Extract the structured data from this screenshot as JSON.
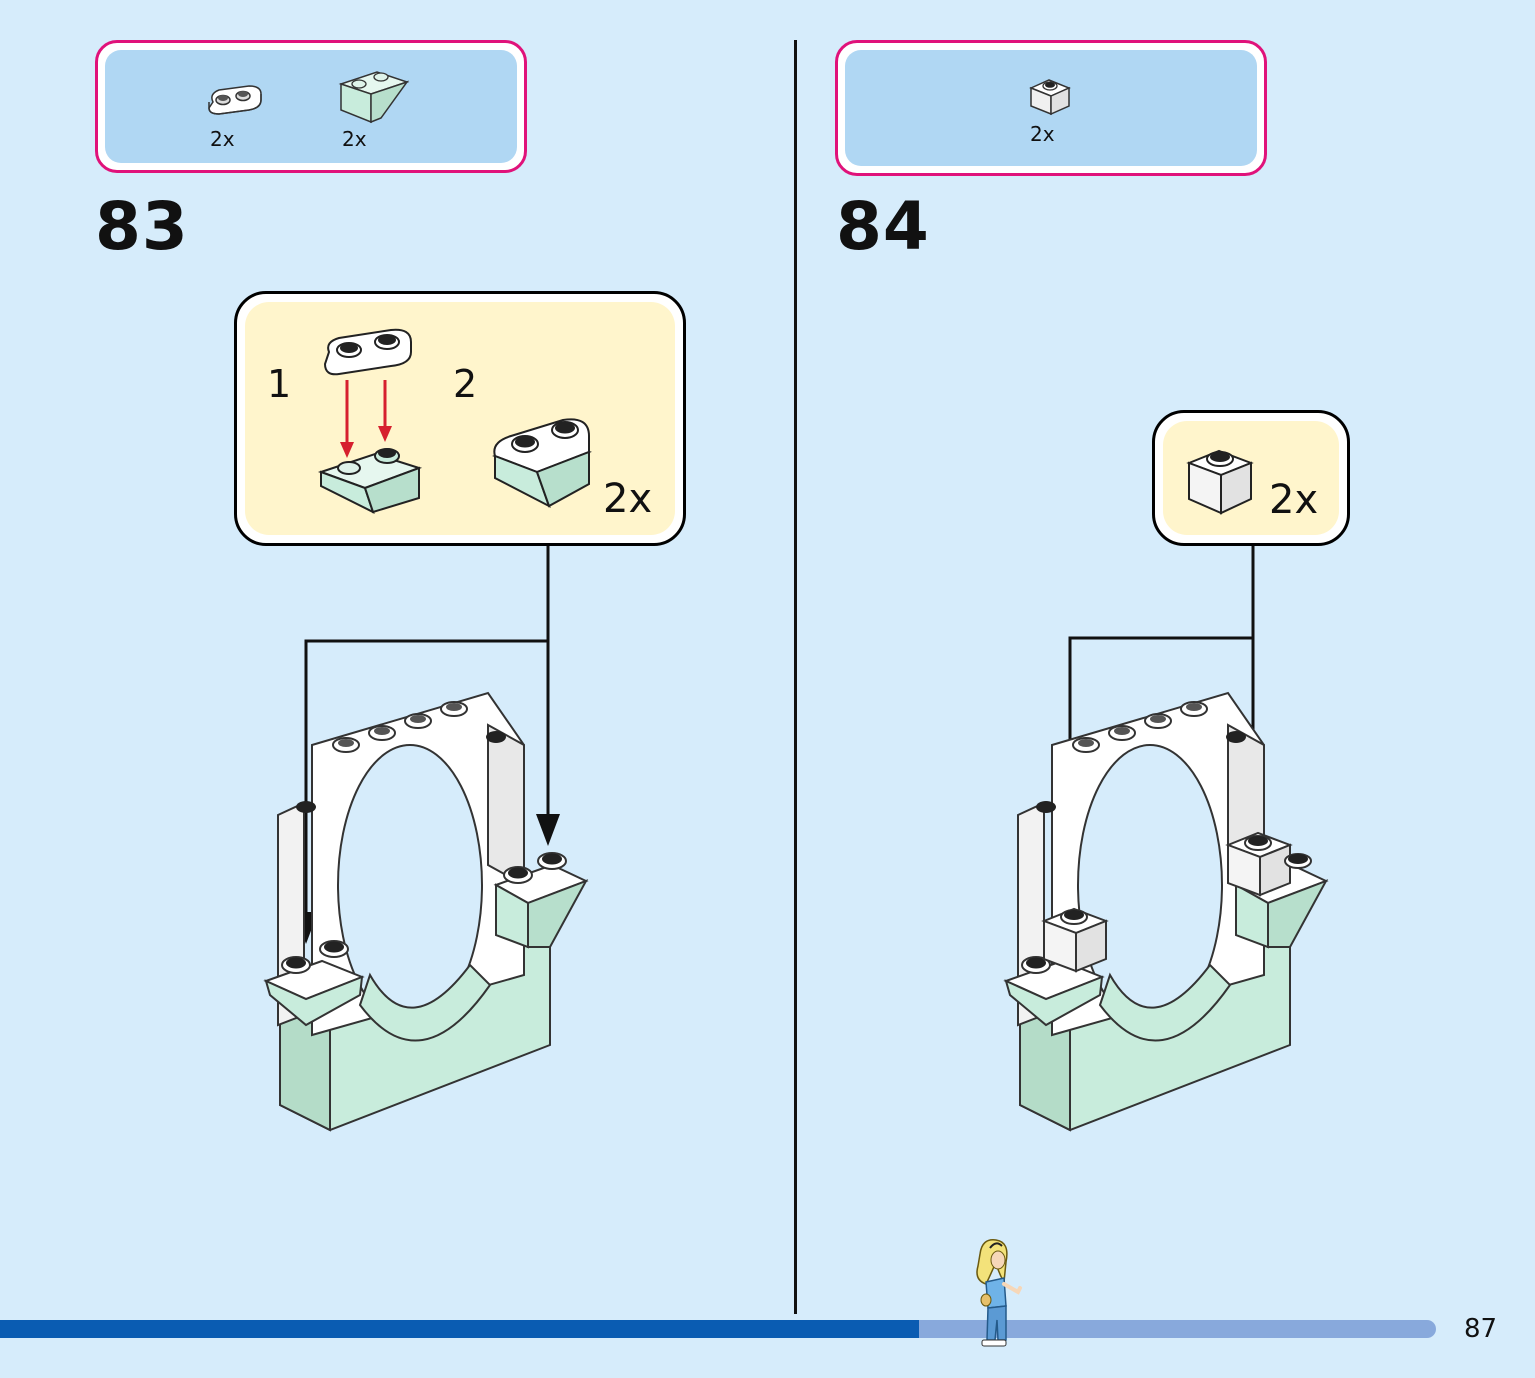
{
  "steps": [
    {
      "number": "83",
      "parts": [
        {
          "name": "plate-1x2-rounded",
          "qty": "2x",
          "color": "#ffffff"
        },
        {
          "name": "slope-inverted-1x2",
          "qty": "2x",
          "color": "#c8ecdc"
        }
      ],
      "callout": {
        "sub_steps": [
          "1",
          "2"
        ],
        "qty": "2x"
      }
    },
    {
      "number": "84",
      "parts": [
        {
          "name": "brick-1x1",
          "qty": "2x",
          "color": "#ffffff"
        }
      ],
      "callout": {
        "qty": "2x"
      }
    }
  ],
  "footer": {
    "page_number": "87",
    "progress": 0.64
  },
  "colors": {
    "background": "#d6ecfb",
    "parts_border": "#e0127a",
    "parts_fill": "#b0d7f3",
    "callout_fill": "#fff5cc",
    "mint": "#c8ecdc",
    "progress_done": "#0a5cb2",
    "progress_todo": "#88a9dc",
    "arrow_red": "#d6202e"
  }
}
